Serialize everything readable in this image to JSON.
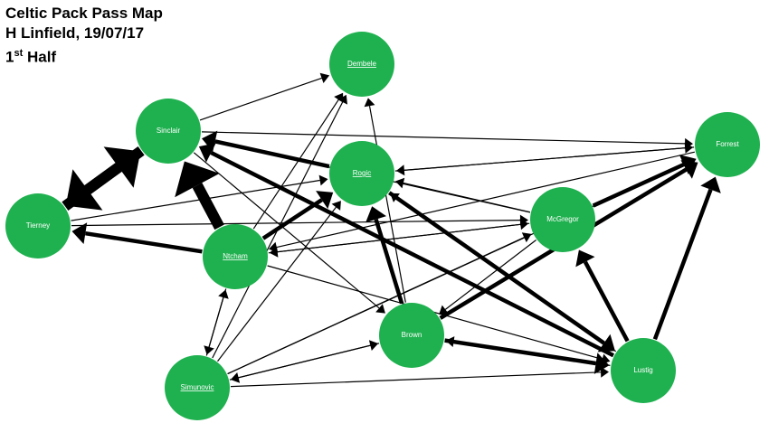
{
  "title": {
    "line1": "Celtic Pack Pass Map",
    "line2": "H Linfield, 19/07/17",
    "line3_num": "1",
    "line3_sup": "st",
    "line3_rest": " Half"
  },
  "players": [
    {
      "id": "dembele",
      "label": "Dembele"
    },
    {
      "id": "sinclair",
      "label": "Sinclair"
    },
    {
      "id": "rogic",
      "label": "Rogic"
    },
    {
      "id": "forrest",
      "label": "Forrest"
    },
    {
      "id": "tierney",
      "label": "Tierney"
    },
    {
      "id": "mcgregor",
      "label": "McGregor"
    },
    {
      "id": "ntcham",
      "label": "Ntcham"
    },
    {
      "id": "brown",
      "label": "Brown"
    },
    {
      "id": "lustig",
      "label": "Lustig"
    },
    {
      "id": "simunovic",
      "label": "Simunovic"
    }
  ],
  "passes": [
    {
      "from": "tierney",
      "to": "sinclair",
      "weight": "thick"
    },
    {
      "from": "sinclair",
      "to": "tierney",
      "weight": "thick"
    },
    {
      "from": "ntcham",
      "to": "sinclair",
      "weight": "thick"
    },
    {
      "from": "ntcham",
      "to": "tierney",
      "weight": "medium"
    },
    {
      "from": "rogic",
      "to": "sinclair",
      "weight": "medium"
    },
    {
      "from": "lustig",
      "to": "sinclair",
      "weight": "medium"
    },
    {
      "from": "brown",
      "to": "rogic",
      "weight": "medium"
    },
    {
      "from": "rogic",
      "to": "lustig",
      "weight": "medium"
    },
    {
      "from": "ntcham",
      "to": "rogic",
      "weight": "medium"
    },
    {
      "from": "brown",
      "to": "lustig",
      "weight": "medium"
    },
    {
      "from": "brown",
      "to": "forrest",
      "weight": "medium"
    },
    {
      "from": "mcgregor",
      "to": "forrest",
      "weight": "medium"
    },
    {
      "from": "lustig",
      "to": "forrest",
      "weight": "medium"
    },
    {
      "from": "lustig",
      "to": "mcgregor",
      "weight": "medium"
    },
    {
      "from": "tierney",
      "to": "rogic",
      "weight": "thin"
    },
    {
      "from": "sinclair",
      "to": "forrest",
      "weight": "thin"
    },
    {
      "from": "ntcham",
      "to": "dembele",
      "weight": "thin"
    },
    {
      "from": "sinclair",
      "to": "dembele",
      "weight": "thin"
    },
    {
      "from": "brown",
      "to": "dembele",
      "weight": "thin"
    },
    {
      "from": "simunovic",
      "to": "dembele",
      "weight": "thin"
    },
    {
      "from": "rogic",
      "to": "forrest",
      "weight": "thin"
    },
    {
      "from": "forrest",
      "to": "rogic",
      "weight": "thin"
    },
    {
      "from": "mcgregor",
      "to": "sinclair",
      "weight": "thin"
    },
    {
      "from": "mcgregor",
      "to": "rogic",
      "weight": "thin"
    },
    {
      "from": "mcgregor",
      "to": "ntcham",
      "weight": "thin"
    },
    {
      "from": "ntcham",
      "to": "mcgregor",
      "weight": "thin"
    },
    {
      "from": "sinclair",
      "to": "brown",
      "weight": "thin"
    },
    {
      "from": "ntcham",
      "to": "lustig",
      "weight": "thin"
    },
    {
      "from": "simunovic",
      "to": "ntcham",
      "weight": "thin"
    },
    {
      "from": "ntcham",
      "to": "simunovic",
      "weight": "thin"
    },
    {
      "from": "simunovic",
      "to": "rogic",
      "weight": "thin"
    },
    {
      "from": "simunovic",
      "to": "brown",
      "weight": "thin"
    },
    {
      "from": "brown",
      "to": "simunovic",
      "weight": "thin"
    },
    {
      "from": "simunovic",
      "to": "mcgregor",
      "weight": "thin"
    },
    {
      "from": "mcgregor",
      "to": "brown",
      "weight": "thin"
    },
    {
      "from": "simunovic",
      "to": "lustig",
      "weight": "thin"
    },
    {
      "from": "lustig",
      "to": "brown",
      "weight": "thin"
    },
    {
      "from": "lustig",
      "to": "rogic",
      "weight": "thin"
    },
    {
      "from": "forrest",
      "to": "ntcham",
      "weight": "thin"
    },
    {
      "from": "tierney",
      "to": "mcgregor",
      "weight": "thin"
    },
    {
      "from": "simunovic",
      "to": "forrest",
      "weight": "thin"
    }
  ]
}
